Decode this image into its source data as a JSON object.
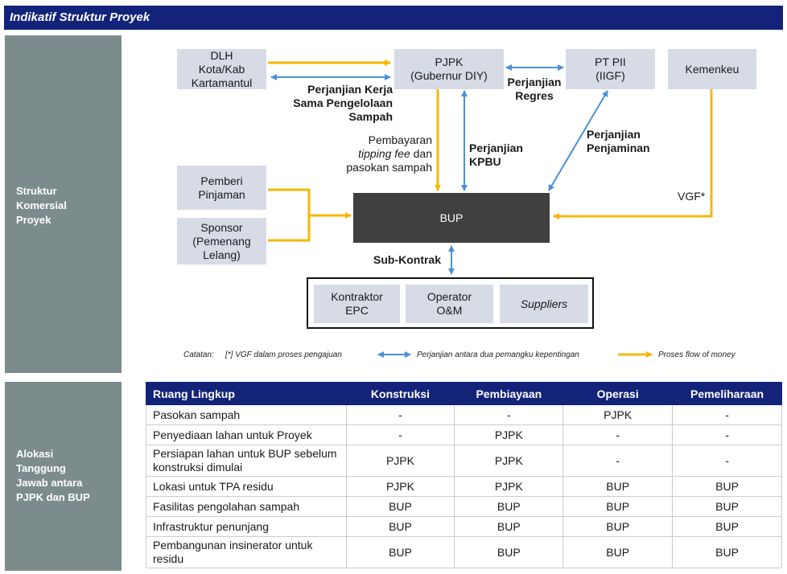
{
  "header": {
    "title": "Indikatif Struktur Proyek"
  },
  "sections": {
    "commercial": [
      "Struktur",
      "Komersial",
      "Proyek"
    ],
    "allocation": [
      "Alokasi",
      "Tanggung",
      "Jawab antara",
      "PJPK dan BUP"
    ]
  },
  "entities": {
    "dlh": [
      "DLH",
      "Kota/Kab",
      "Kartamantul"
    ],
    "pjpk": [
      "PJPK",
      "(Gubernur DIY)"
    ],
    "ptpii": [
      "PT PII",
      "(IIGF)"
    ],
    "kemenkeu": "Kemenkeu",
    "pemberi": [
      "Pemberi",
      "Pinjaman"
    ],
    "sponsor": [
      "Sponsor",
      "(Pemenang",
      "Lelang)"
    ],
    "bup": "BUP",
    "kontraktor": [
      "Kontraktor",
      "EPC"
    ],
    "operator": [
      "Operator",
      "O&M"
    ],
    "suppliers": "Suppliers"
  },
  "relations": {
    "kerjasama": [
      "Perjanjian Kerja",
      "Sama Pengelolaan",
      "Sampah"
    ],
    "regres": [
      "Perjanjian",
      "Regres"
    ],
    "pembayaran": {
      "line1": "Pembayaran",
      "italic": "tipping fee",
      "after": " dan",
      "line3": "pasokan sampah"
    },
    "kpbu": [
      "Perjanjian",
      "KPBU"
    ],
    "penjaminan": [
      "Perjanjian",
      "Penjaminan"
    ],
    "vgf": "VGF*",
    "subkontrak": "Sub-Kontrak"
  },
  "legend": {
    "catatan_label": "Catatan:",
    "catatan_text": "[*] VGF dalam proses pengajuan",
    "blue_text": "Perjanjian antara dua pemangku kepentingan",
    "yellow_text": "Proses flow of money"
  },
  "colors": {
    "navy": "#13237a",
    "panel": "#7c8c8c",
    "entity": "#d7dbe6",
    "bup": "#404040",
    "blue_arrow": "#4a90d9",
    "yellow_arrow": "#f5b800"
  },
  "table": {
    "headers": [
      "Ruang Lingkup",
      "Konstruksi",
      "Pembiayaan",
      "Operasi",
      "Pemeliharaan"
    ],
    "rows": [
      {
        "scope": "Pasokan sampah",
        "cells": [
          "-",
          "-",
          "PJPK",
          "-"
        ]
      },
      {
        "scope": "Penyediaan lahan untuk Proyek",
        "cells": [
          "-",
          "PJPK",
          "-",
          "-"
        ]
      },
      {
        "scope": "Persiapan lahan untuk BUP sebelum konstruksi dimulai",
        "cells": [
          "PJPK",
          "PJPK",
          "-",
          "-"
        ]
      },
      {
        "scope": "Lokasi untuk TPA residu",
        "cells": [
          "PJPK",
          "PJPK",
          "BUP",
          "BUP"
        ]
      },
      {
        "scope": "Fasilitas pengolahan sampah",
        "cells": [
          "BUP",
          "BUP",
          "BUP",
          "BUP"
        ]
      },
      {
        "scope": "Infrastruktur penunjang",
        "cells": [
          "BUP",
          "BUP",
          "BUP",
          "BUP"
        ]
      },
      {
        "scope": "Pembangunan insinerator untuk residu",
        "cells": [
          "BUP",
          "BUP",
          "BUP",
          "BUP"
        ]
      }
    ]
  }
}
